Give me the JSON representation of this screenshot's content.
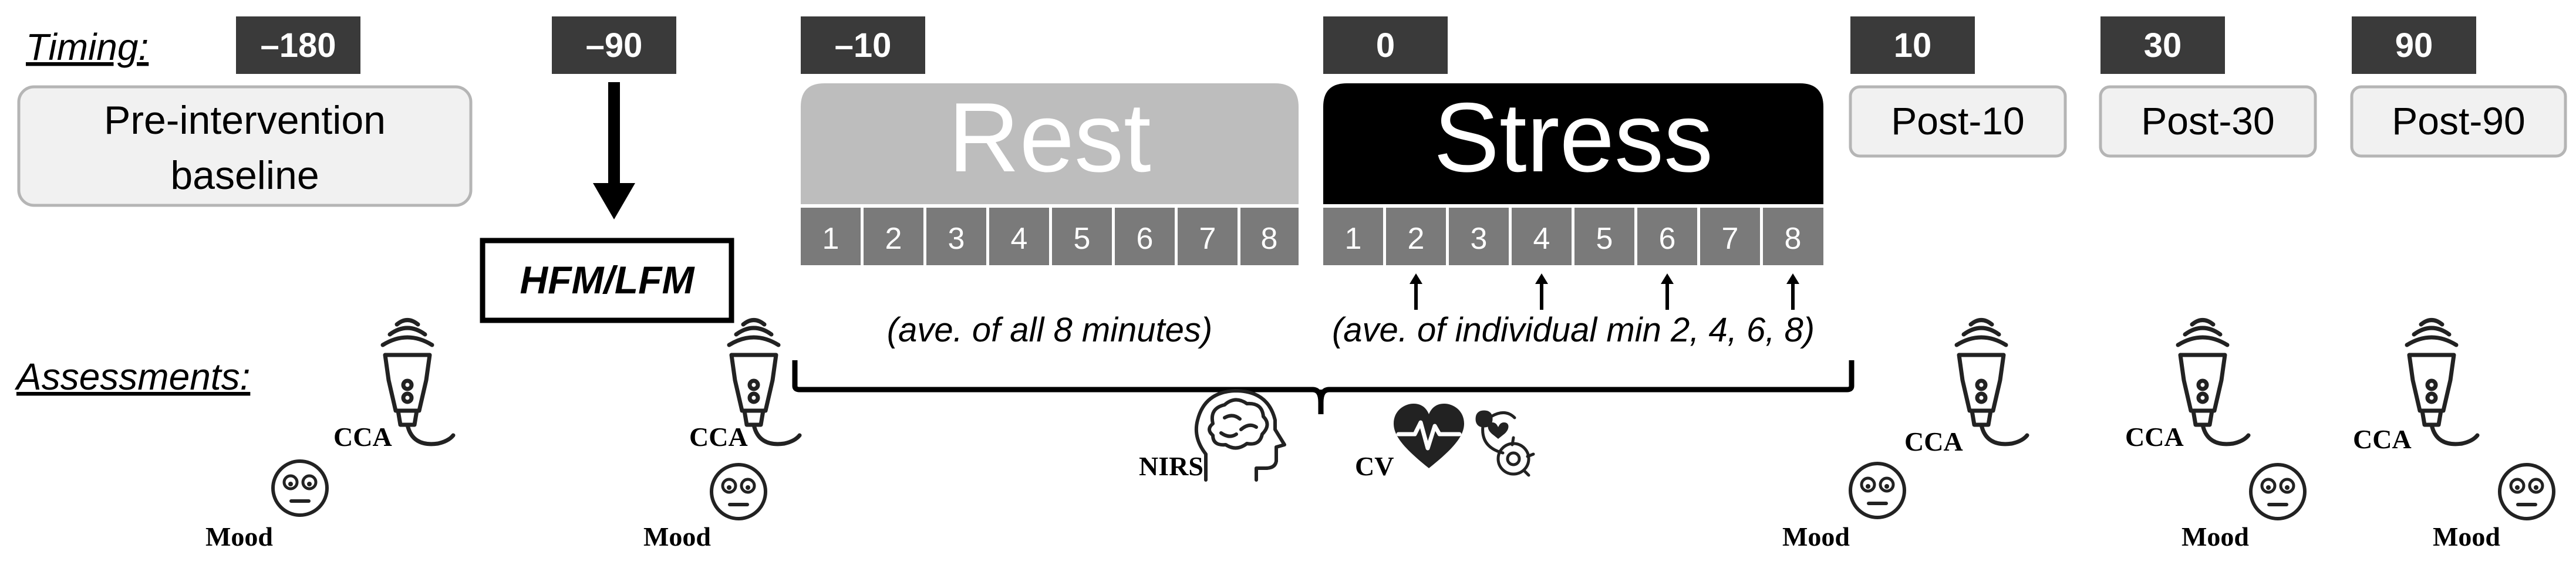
{
  "timing": {
    "heading": "Timing:",
    "markers": [
      "–180",
      "–90",
      "–10",
      "0",
      "10",
      "30",
      "90"
    ]
  },
  "phases": {
    "baseline": [
      "Pre-intervention",
      "baseline"
    ],
    "intervention": "HFM/LFM",
    "rest": "Rest",
    "stress": "Stress",
    "post10": "Post-10",
    "post30": "Post-30",
    "post90": "Post-90"
  },
  "minutes": [
    "1",
    "2",
    "3",
    "4",
    "5",
    "6",
    "7",
    "8"
  ],
  "notes": {
    "rest_avg": "(ave. of all 8 minutes)",
    "stress_avg": "(ave. of individual min 2, 4, 6, 8)"
  },
  "assessments": {
    "heading": "Assessments:",
    "cca": "CCA",
    "mood": "Mood",
    "nirs": "NIRS",
    "cv": "CV"
  },
  "icons": [
    "ultrasound-probe-icon",
    "mood-face-icon",
    "brain-head-icon",
    "heart-rate-icon",
    "cardio-device-icon"
  ],
  "colors": {
    "marker_fill": "#3a3a3a",
    "rest_fill": "#bdbdbd",
    "stress_fill": "#000000",
    "minute_fill": "#7a7a7a",
    "phase_box_fill": "#f1f1f1",
    "phase_box_stroke": "#b5b5b5"
  }
}
